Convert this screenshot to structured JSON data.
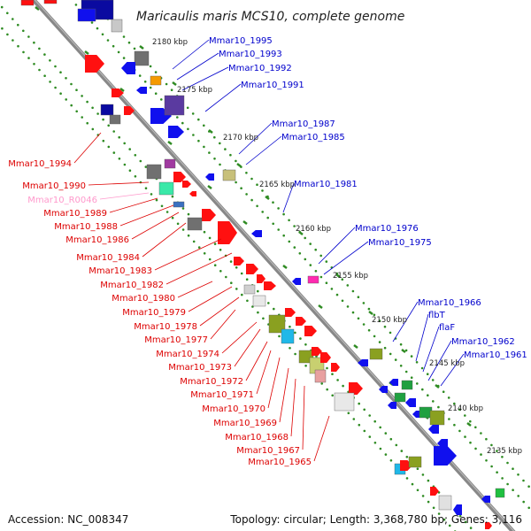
{
  "title": "Maricaulis maris MCS10, complete genome",
  "footer": {
    "accession": "Accession: NC_008347",
    "summary": "Topology: circular; Length: 3,368,780 bp; Genes: 3,116"
  },
  "colors": {
    "backbone": "#808080",
    "ticks": "#2e8b22",
    "forward_label": "#0000cc",
    "reverse_label": "#dd0000",
    "rna_label": "#ff99cc"
  },
  "kbp_labels": [
    "2180 kbp",
    "2175 kbp",
    "2170 kbp",
    "2165 kbp",
    "2160 kbp",
    "2155 kbp",
    "2150 kbp",
    "2145 kbp",
    "2140 kbp",
    "2135 kbp"
  ],
  "forward_genes": [
    "Mmar10_1995",
    "Mmar10_1993",
    "Mmar10_1992",
    "Mmar10_1991",
    "Mmar10_1987",
    "Mmar10_1985",
    "Mmar10_1981",
    "Mmar10_1976",
    "Mmar10_1975",
    "Mmar10_1966",
    "flbT",
    "flaF",
    "Mmar10_1962",
    "Mmar10_1961"
  ],
  "reverse_genes": [
    "Mmar10_1994",
    "Mmar10_1990",
    "Mmar10_R0046",
    "Mmar10_1989",
    "Mmar10_1988",
    "Mmar10_1986",
    "Mmar10_1984",
    "Mmar10_1983",
    "Mmar10_1982",
    "Mmar10_1980",
    "Mmar10_1979",
    "Mmar10_1978",
    "Mmar10_1977",
    "Mmar10_1974",
    "Mmar10_1973",
    "Mmar10_1972",
    "Mmar10_1971",
    "Mmar10_1970",
    "Mmar10_1969",
    "Mmar10_1968",
    "Mmar10_1967",
    "Mmar10_1965"
  ]
}
